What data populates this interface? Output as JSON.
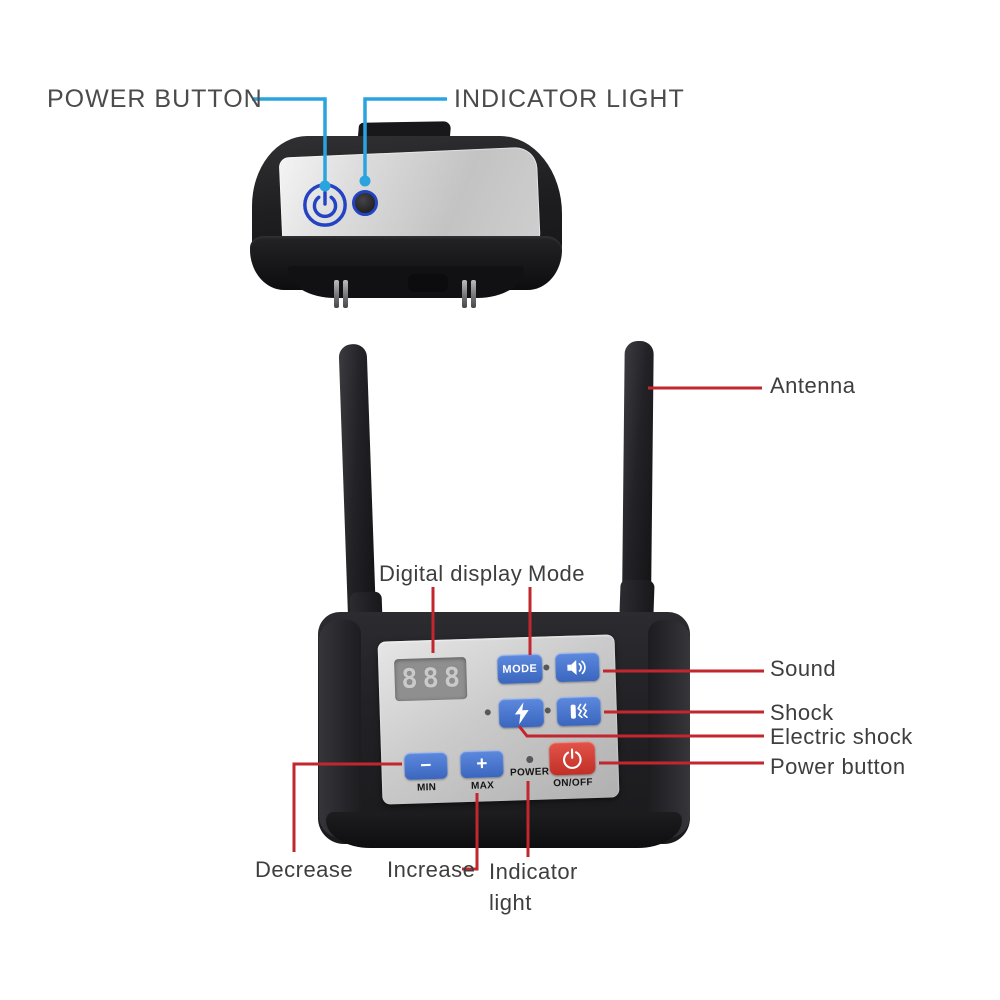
{
  "diagram_title": "wireless dog fence system annotated diagram",
  "colors": {
    "callout_red": "#c1272d",
    "callout_cyan": "#2aa4df",
    "button_blue": "#3f6ec9",
    "button_red": "#d0392f",
    "collar_icon_blue": "#2443c2",
    "label_text": "#3e3e3e"
  },
  "collar_section": {
    "power_button_label": "POWER BUTTON",
    "indicator_light_label": "INDICATOR LIGHT",
    "icons": {
      "power": "power-icon",
      "indicator": "indicator-led"
    }
  },
  "transmitter_section": {
    "panel": {
      "display_value": "888",
      "mode_button": "MODE",
      "minus_glyph": "−",
      "plus_glyph": "+",
      "min_label": "MIN",
      "max_label": "MAX",
      "power_label": "POWER",
      "onoff_label": "ON/OFF"
    },
    "icons": {
      "sound": "speaker-icon",
      "electric_shock": "lightning-icon",
      "static_shock": "static-shock-icon",
      "onoff": "power-icon"
    },
    "callouts": {
      "antenna": "Antenna",
      "digital_display": "Digital display",
      "mode": "Mode",
      "sound": "Sound",
      "shock": "Shock",
      "electric_shock": "Electric shock",
      "power_button": "Power button",
      "decrease": "Decrease",
      "increase": "Increase",
      "indicator_light_line1": "Indicator",
      "indicator_light_line2": "light"
    }
  }
}
